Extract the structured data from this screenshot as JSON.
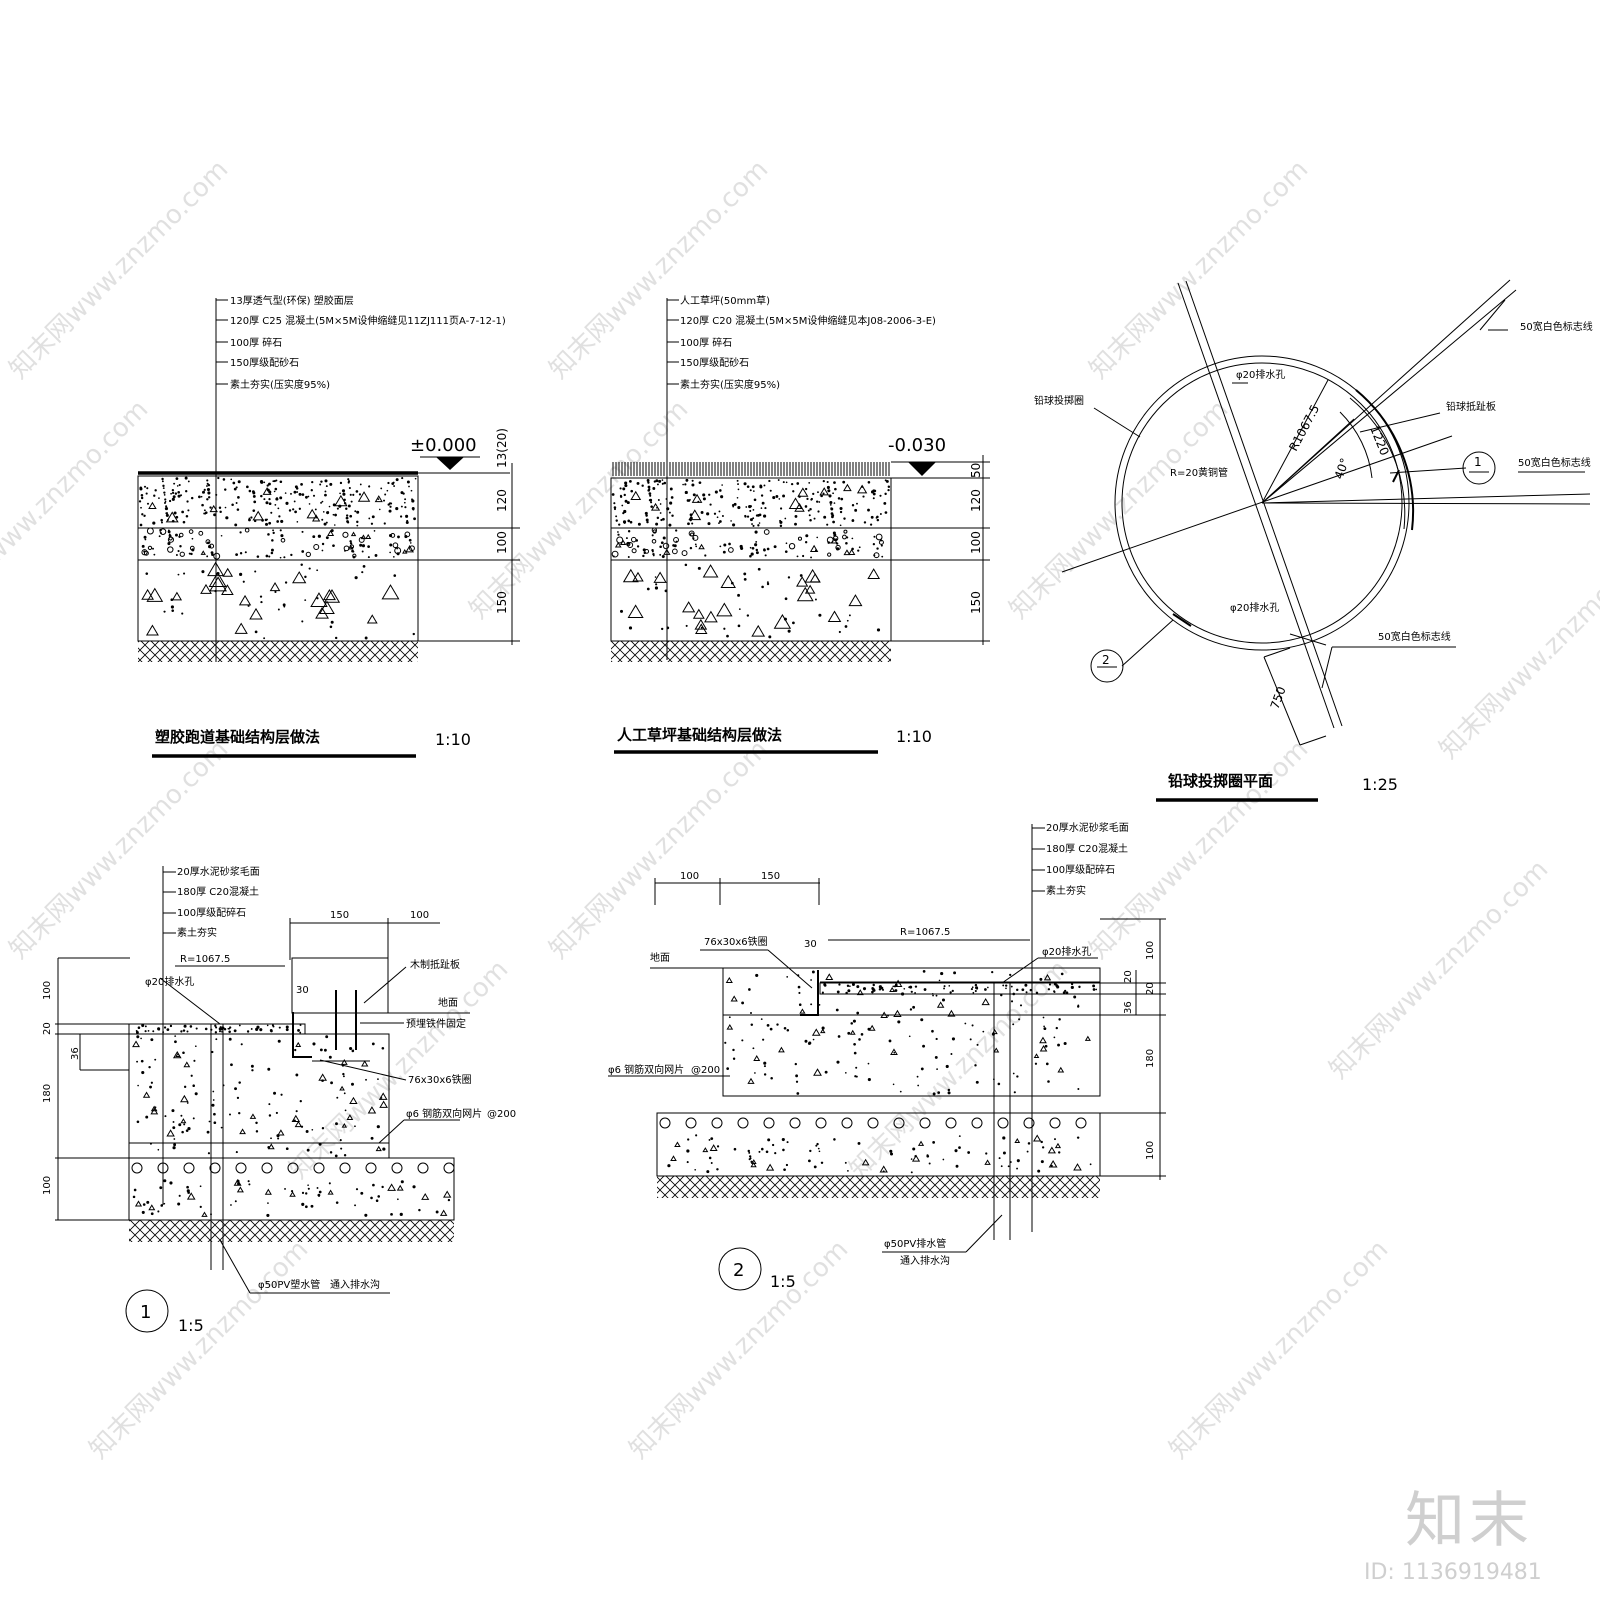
{
  "detail_a": {
    "layers": [
      "13厚透气型(环保) 塑胶面层",
      "120厚 C25 混凝土(5M×5M设伸缩缝见11ZJ111页A-7-12-1)",
      "100厚 碎石",
      "150厚级配砂石",
      "素土夯实(压实度95%)"
    ],
    "elevation": "±0.000",
    "dims": [
      "13(20)",
      "120",
      "100",
      "150"
    ],
    "title": "塑胶跑道基础结构层做法",
    "scale": "1:10"
  },
  "detail_b": {
    "layers": [
      "人工草坪(50mm草)",
      "120厚 C20 混凝土(5M×5M设伸缩缝见本J08-2006-3-E)",
      "100厚 碎石",
      "150厚级配砂石",
      "素土夯实(压实度95%)"
    ],
    "elevation": "-0.030",
    "dims": [
      "50",
      "120",
      "100",
      "150"
    ],
    "title": "人工草坪基础结构层做法",
    "scale": "1:10"
  },
  "plan": {
    "labels": {
      "circle": "铅球投掷圈",
      "drain_top": "φ20排水孔",
      "drain_bottom": "φ20排水孔",
      "radius": "R1067.5",
      "center": "R=20黄铜管",
      "board": "铅球抵趾板",
      "dim_board": "1220",
      "angle": "40°",
      "line1": "50宽白色标志线",
      "line2": "50宽白色标志线",
      "line3": "50宽白色标志线",
      "dim_750": "750",
      "sec1": "1",
      "sec2": "2"
    },
    "title": "铅球投掷圈平面",
    "scale": "1:25"
  },
  "section1": {
    "layers": [
      "20厚水泥砂浆毛面",
      "180厚 C20混凝土",
      "100厚级配碎石",
      "素土夯实"
    ],
    "top_dims": [
      "150",
      "100"
    ],
    "left_dims": [
      "100",
      "20",
      "36",
      "180",
      "100"
    ],
    "labels": {
      "radius": "R=1067.5",
      "drain": "φ20排水孔",
      "board": "木制抵趾板",
      "ground": "地面",
      "embed": "预埋铁件固定",
      "angle": "76x30x6铁圈",
      "mesh": "φ6 钢筋双向网片",
      "mesh_spacing": "@200",
      "pipe": "φ50PV塑水管",
      "pipe_to": "通入排水沟",
      "dim_30": "30"
    },
    "number": "1",
    "scale": "1:5"
  },
  "section2": {
    "layers": [
      "20厚水泥砂浆毛面",
      "180厚 C20混凝土",
      "100厚级配碎石",
      "素土夯实"
    ],
    "top_dims": [
      "100",
      "150"
    ],
    "right_dims": [
      "100",
      "20",
      "20",
      "36",
      "180",
      "100"
    ],
    "labels": {
      "angle": "76x30x6铁圈",
      "dim_30": "30",
      "radius": "R=1067.5",
      "ground": "地面",
      "drain": "φ20排水孔",
      "mesh": "φ6 钢筋双向网片",
      "mesh_spacing": "@200",
      "pipe": "φ50PV排水管",
      "pipe_to": "通入排水沟"
    },
    "number": "2",
    "scale": "1:5"
  },
  "watermark": {
    "text": "知末网www.znzmo.com",
    "logo": "知末",
    "id": "ID: 1136919481"
  }
}
